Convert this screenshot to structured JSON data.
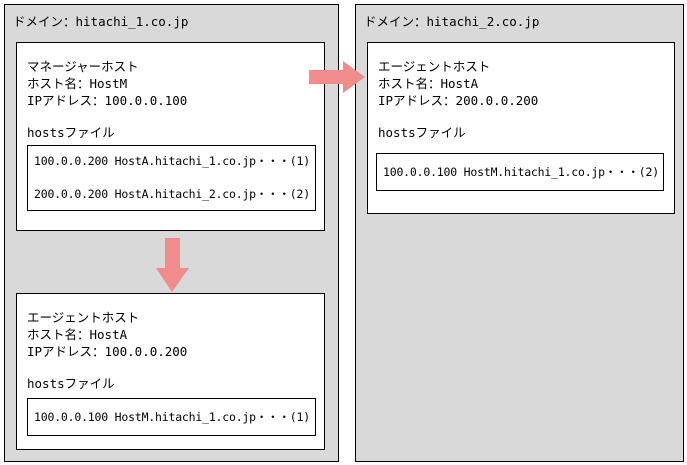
{
  "domain1": {
    "title": "ドメイン：hitachi_1.co.jp",
    "manager_host": {
      "role": "マネージャーホスト",
      "host_name": "ホスト名：HostM",
      "ip_address": "IPアドレス：100.0.0.100",
      "hosts_label": "hostsファイル",
      "entries": [
        "100.0.0.200 HostA.hitachi_1.co.jp・・・(1)",
        "200.0.0.200 HostA.hitachi_2.co.jp・・・(2)"
      ]
    },
    "agent_host": {
      "role": "エージェントホスト",
      "host_name": "ホスト名：HostA",
      "ip_address": "IPアドレス：100.0.0.200",
      "hosts_label": "hostsファイル",
      "entries": [
        "100.0.0.100 HostM.hitachi_1.co.jp・・・(1)"
      ]
    }
  },
  "domain2": {
    "title": "ドメイン：hitachi_2.co.jp",
    "agent_host": {
      "role": "エージェントホスト",
      "host_name": "ホスト名：HostA",
      "ip_address": "IPアドレス：200.0.0.200",
      "hosts_label": "hostsファイル",
      "entries": [
        "100.0.0.100 HostM.hitachi_1.co.jp・・・(2)"
      ]
    }
  },
  "colors": {
    "domain_bg": "#d9d9d9",
    "arrow": "#f28b8b"
  }
}
